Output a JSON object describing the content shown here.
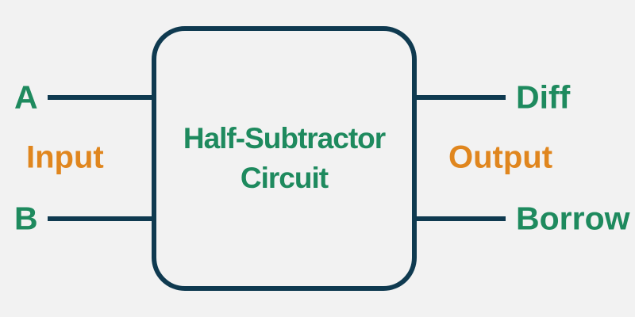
{
  "diagram": {
    "chip": {
      "title_line1": "Half-Subtractor",
      "title_line2": "Circuit"
    },
    "input_group_label": "Input",
    "output_group_label": "Output",
    "input_pins": [
      {
        "name": "A"
      },
      {
        "name": "B"
      }
    ],
    "output_pins": [
      {
        "name": "Diff"
      },
      {
        "name": "Borrow"
      }
    ],
    "colors": {
      "background": "#f2f2f2",
      "wire": "#0f3a50",
      "pin_text": "#1e8a5e",
      "group_text": "#e0861e"
    }
  }
}
